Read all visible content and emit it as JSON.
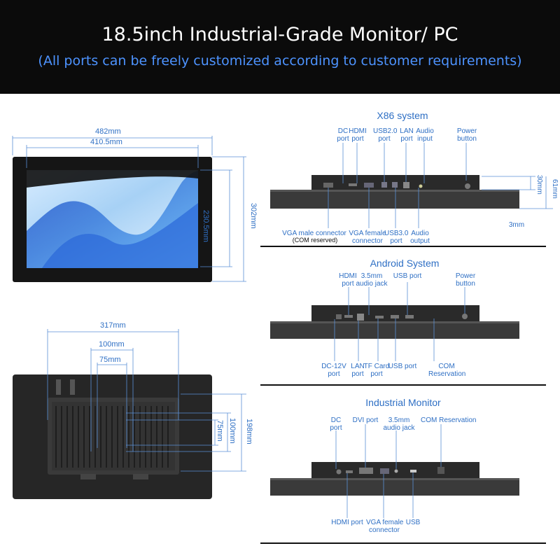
{
  "header": {
    "title": "18.5inch Industrial-Grade Monitor/ PC",
    "subtitle": "(All ports can be freely customized according to customer requirements)"
  },
  "colors": {
    "accent": "#2e6fc4",
    "header_bg": "#0b0b0b",
    "chassis": "#2b2b2b"
  },
  "front": {
    "width": "482mm",
    "view_width": "410.5mm",
    "height": "302mm",
    "view_height": "230.5mm"
  },
  "back": {
    "width": "317mm",
    "vesa_100": "100mm",
    "vesa_75": "75mm",
    "height": "198mm",
    "vesa_100_v": "100mm",
    "vesa_75_v": "75mm"
  },
  "x86": {
    "title": "X86 system",
    "top_labels": {
      "dc": "DC\nport",
      "hdmi": "HDMI\nport",
      "usb2": "USB2.0\nport",
      "lan": "LAN\nport",
      "audio_in": "Audio\ninput",
      "power": "Power\nbutton"
    },
    "bottom_labels": {
      "vga_male": "VGA male connector",
      "com_reserved": "(COM reserved)",
      "vga_female": "VGA female\nconnector",
      "usb3": "USB3.0\nport",
      "audio_out": "Audio\noutput"
    },
    "dims": {
      "d30": "30mm",
      "d61": "61mm",
      "d3": "3mm"
    }
  },
  "android": {
    "title": "Android System",
    "top_labels": {
      "hdmi": "HDMI\nport",
      "audio": "3.5mm\naudio jack",
      "usb": "USB port",
      "power": "Power\nbutton"
    },
    "bottom_labels": {
      "dc": "DC-12V\nport",
      "lan": "LAN\nport",
      "tf": "TF Card\nport",
      "usb": "USB port",
      "com": "COM\nReservation"
    }
  },
  "industrial": {
    "title": "Industrial Monitor",
    "top_labels": {
      "dc": "DC\nport",
      "dvi": "DVI port",
      "audio": "3.5mm\naudio jack",
      "com": "COM Reservation"
    },
    "bottom_labels": {
      "hdmi": "HDMI port",
      "vga": "VGA female\nconnector",
      "usb": "USB"
    }
  }
}
